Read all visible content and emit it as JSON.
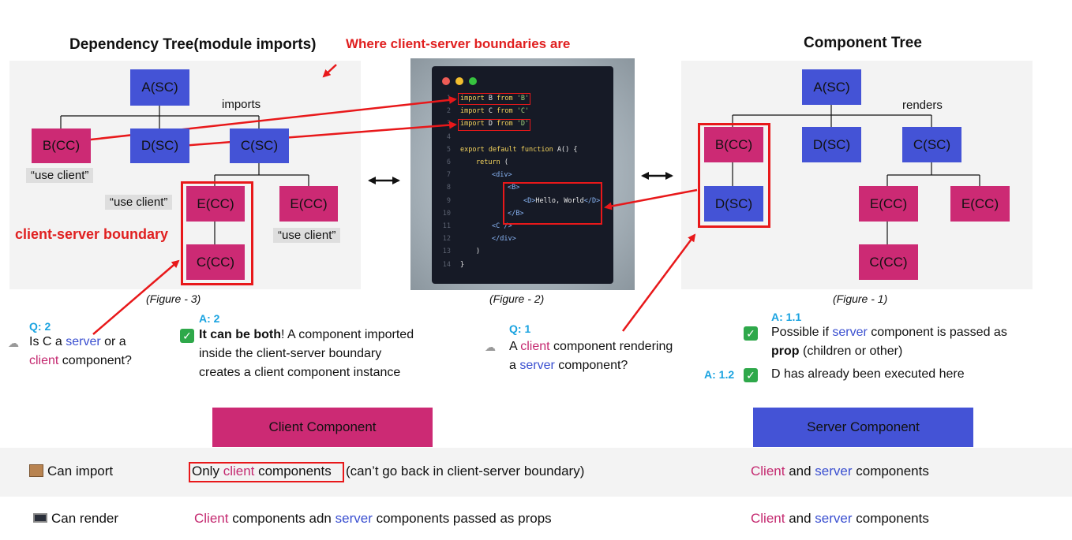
{
  "headings": {
    "dependency_tree": "Dependency Tree(module imports)",
    "boundaries_note": "Where client-server boundaries are",
    "component_tree": "Component Tree"
  },
  "dep_tree": {
    "root": "A(SC)",
    "edge_label": "imports",
    "b": "B(CC)",
    "d": "D(SC)",
    "c": "C(SC)",
    "e_left": "E(CC)",
    "e_right": "E(CC)",
    "c_child": "C(CC)",
    "use_client_b": "“use client”",
    "use_client_e_left": "“use client”",
    "use_client_e_right": "“use client”",
    "boundary_label": "client-server boundary",
    "caption": "(Figure - 3)"
  },
  "code": {
    "caption": "(Figure - 2)",
    "lines": [
      {
        "n": "1",
        "text": "import B from 'B'"
      },
      {
        "n": "2",
        "text": "import C from 'C'"
      },
      {
        "n": "3",
        "text": "import D from 'D'"
      },
      {
        "n": "4",
        "text": ""
      },
      {
        "n": "5",
        "text": "export default function A() {"
      },
      {
        "n": "6",
        "text": "return ("
      },
      {
        "n": "7",
        "text": "<div>"
      },
      {
        "n": "8",
        "text": "<B>"
      },
      {
        "n": "9",
        "text": "<D>Hello, World</D>"
      },
      {
        "n": "10",
        "text": "</B>"
      },
      {
        "n": "11",
        "text": "<C />"
      },
      {
        "n": "12",
        "text": "</div>"
      },
      {
        "n": "13",
        "text": ")"
      },
      {
        "n": "14",
        "text": "}"
      }
    ]
  },
  "comp_tree": {
    "root": "A(SC)",
    "edge_label": "renders",
    "b": "B(CC)",
    "d_child": "D(SC)",
    "d": "D(SC)",
    "c": "C(SC)",
    "e_left": "E(CC)",
    "e_right": "E(CC)",
    "c_child": "C(CC)",
    "caption": "(Figure - 1)"
  },
  "qa": {
    "q2_label": "Q: 2",
    "q2_line1_a": "Is C a ",
    "q2_line1_kw": "server",
    "q2_line1_b": " or a",
    "q2_line2_kw": "client",
    "q2_line2_b": " component?",
    "a2_label": "A: 2",
    "a2_bold": "It can be both",
    "a2_rest1": "! A component imported",
    "a2_line2": "inside the client-server boundary",
    "a2_line3": "creates a client component instance",
    "q1_label": "Q: 1",
    "q1_line1_a": "A ",
    "q1_line1_kw": "client",
    "q1_line1_b": " component rendering",
    "q1_line2_a": "a ",
    "q1_line2_kw": "server",
    "q1_line2_b": " component?",
    "a11_label": "A: 1.1",
    "a11_line1_a": "Possible if ",
    "a11_line1_kw": "server",
    "a11_line1_b": " component is passed as",
    "a11_line2_bold": "prop",
    "a11_line2_b": " (children or other)",
    "a12_label": "A: 1.2",
    "a12_text": "D has already been executed here"
  },
  "legend": {
    "client": "Client Component",
    "server": "Server Component"
  },
  "table": {
    "row1_label": "Can import",
    "row1_client_a": "Only ",
    "row1_client_kw": "client",
    "row1_client_b": " components",
    "row1_client_rest": "(can’t go back in client-server boundary)",
    "row1_server_kw1": "Client",
    "row1_server_mid": " and ",
    "row1_server_kw2": "server",
    "row1_server_end": " components",
    "row2_label": "Can render",
    "row2_client_kw1": "Client",
    "row2_client_mid": " components adn ",
    "row2_client_kw2": "server",
    "row2_client_end": " components passed  as props",
    "row2_server_kw1": "Client",
    "row2_server_mid": " and ",
    "row2_server_kw2": "server",
    "row2_server_end": " components"
  },
  "colors": {
    "client": "#cc2a74",
    "server": "#4453d6",
    "highlight": "#e8181a",
    "answer_label": "#1aa3e0"
  }
}
